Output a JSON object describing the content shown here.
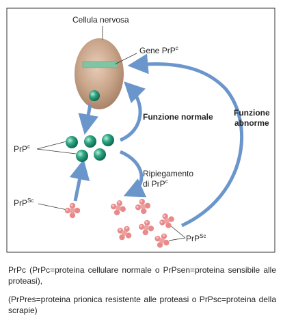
{
  "labels": {
    "cell": "Cellula nervosa",
    "gene": "Gene PrP",
    "gene_sup": "c",
    "normal_function": "Funzione normale",
    "abnormal_function_1": "Funzione",
    "abnormal_function_2": "abnorme",
    "prpc": "PrP",
    "prpc_sup": "c",
    "prpsc_left": "PrP",
    "prpsc_left_sup": "Sc",
    "refolding_1": "Ripiegamento",
    "refolding_2": "di PrP",
    "refolding_sup": "c",
    "prpsc_right": "PrP",
    "prpsc_right_sup": "Sc"
  },
  "caption": {
    "line1": "PrPc (PrPc=proteina cellulare normale o PrPsen=proteina sensibile alle proteasi),",
    "line2": "(PrPres=proteina prionica resistente alle proteasi o PrPsc=proteina della scrapie)"
  },
  "colors": {
    "frame": "#333333",
    "cell_fill": "#c9a58a",
    "gene_bar": "#7fc4a3",
    "protein_green": "#2a9a7a",
    "arrow_blue": "#6b96cc",
    "prion_pink": "#e88a8a"
  }
}
